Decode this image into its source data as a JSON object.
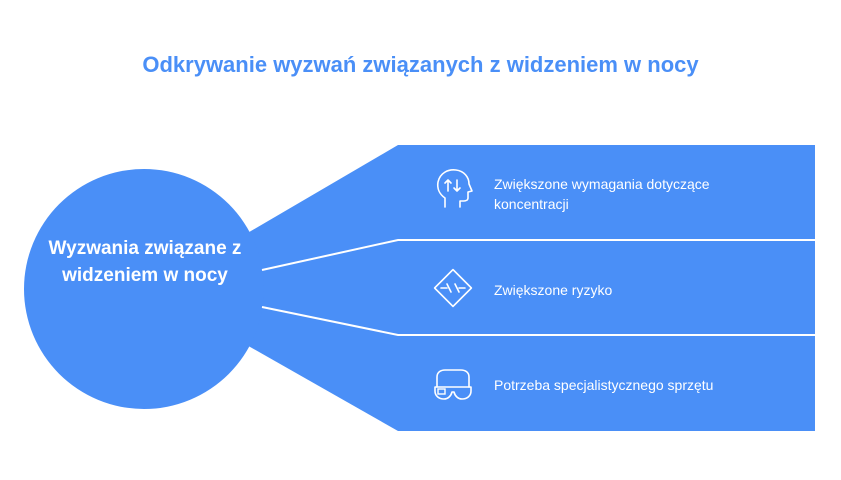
{
  "title": "Odkrywanie wyzwań związanych z widzeniem w nocy",
  "center": {
    "label": "Wyzwania związane z widzeniem w nocy"
  },
  "items": [
    {
      "label": "Zwiększone wymagania dotyczące koncentracji",
      "icon": "head-arrows-icon"
    },
    {
      "label": "Zwiększone ryzyko",
      "icon": "warning-diamond-icon"
    },
    {
      "label": "Potrzeba specjalistycznego sprzętu",
      "icon": "smart-glasses-icon"
    }
  ],
  "colors": {
    "primary": "#4a8ff7",
    "text_on_primary": "#ffffff",
    "divider": "#ffffff"
  }
}
